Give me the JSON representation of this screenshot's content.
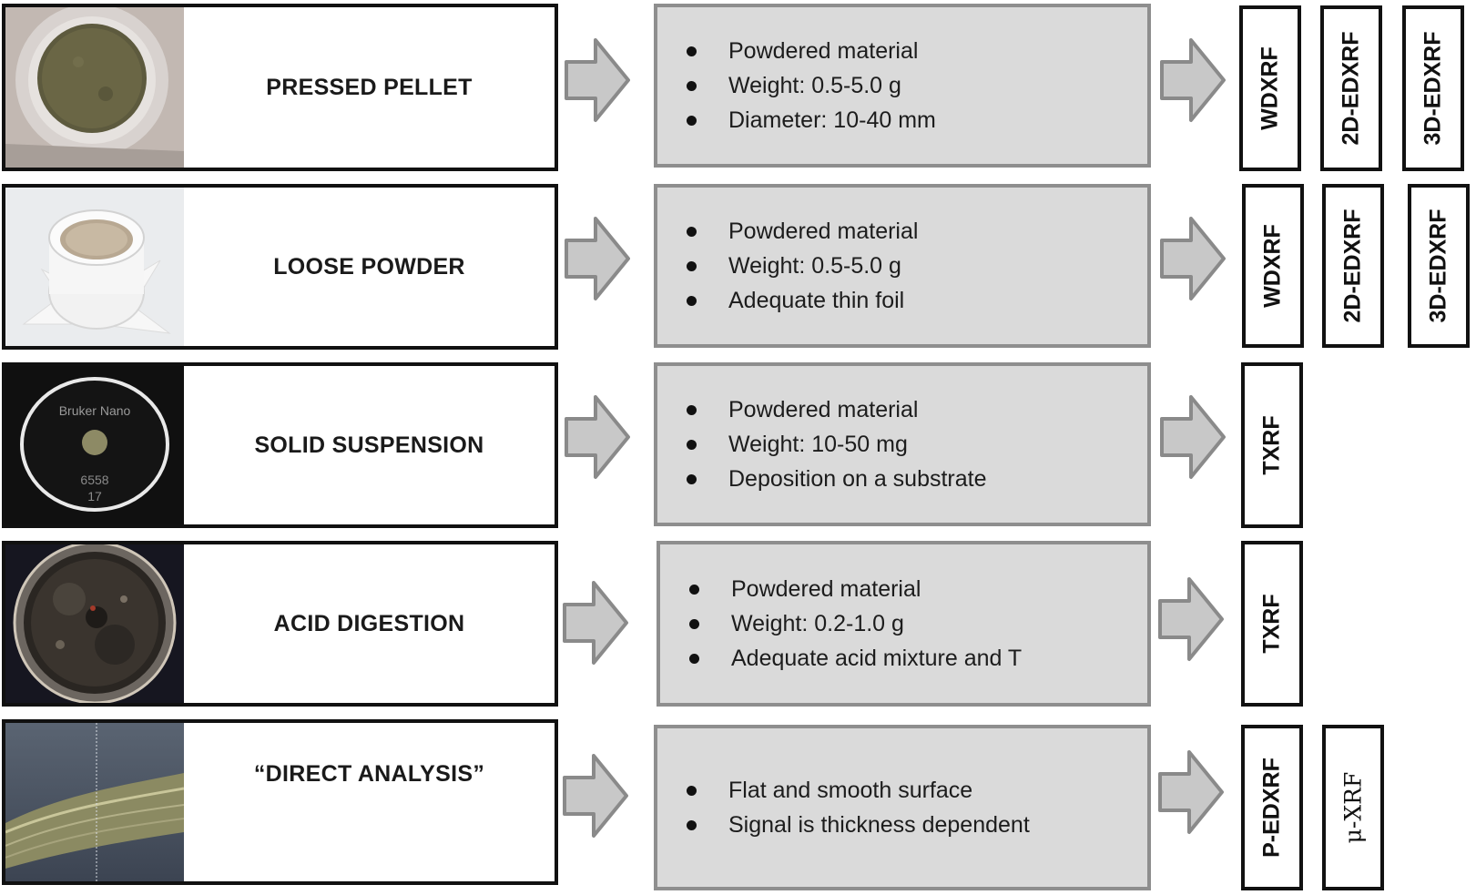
{
  "rows": [
    {
      "label": "PRESSED PELLET",
      "photo": "pressed-pellet-photo",
      "bullets": [
        "Powdered material",
        "Weight: 0.5-5.0 g",
        "Diameter: 10-40 mm"
      ],
      "techniques": [
        "WDXRF",
        "2D-EDXRF",
        "3D-EDXRF"
      ]
    },
    {
      "label": "LOOSE POWDER",
      "photo": "loose-powder-photo",
      "bullets": [
        "Powdered material",
        "Weight: 0.5-5.0 g",
        "Adequate thin foil"
      ],
      "techniques": [
        "WDXRF",
        "2D-EDXRF",
        "3D-EDXRF"
      ]
    },
    {
      "label": "SOLID SUSPENSION",
      "photo": "solid-suspension-photo",
      "photo_text": [
        "Bruker Nano",
        "6558",
        "17"
      ],
      "bullets": [
        "Powdered material",
        "Weight: 10-50 mg",
        "Deposition on a substrate"
      ],
      "techniques": [
        "TXRF"
      ]
    },
    {
      "label": "ACID DIGESTION",
      "photo": "acid-digestion-photo",
      "bullets": [
        "Powdered material",
        "Weight: 0.2-1.0 g",
        "Adequate acid mixture and T"
      ],
      "techniques": [
        "TXRF"
      ]
    },
    {
      "label": "“DIRECT ANALYSIS”",
      "photo": "direct-analysis-photo",
      "bullets": [
        "Flat and smooth surface",
        "Signal is thickness dependent"
      ],
      "techniques": [
        "P-EDXRF",
        "μ-XRF"
      ]
    }
  ],
  "colors": {
    "box_border": "#111111",
    "info_fill": "#dadada",
    "info_border": "#8e8e8e",
    "arrow_fill": "#c8c8c8",
    "arrow_stroke": "#8a8a8a"
  }
}
